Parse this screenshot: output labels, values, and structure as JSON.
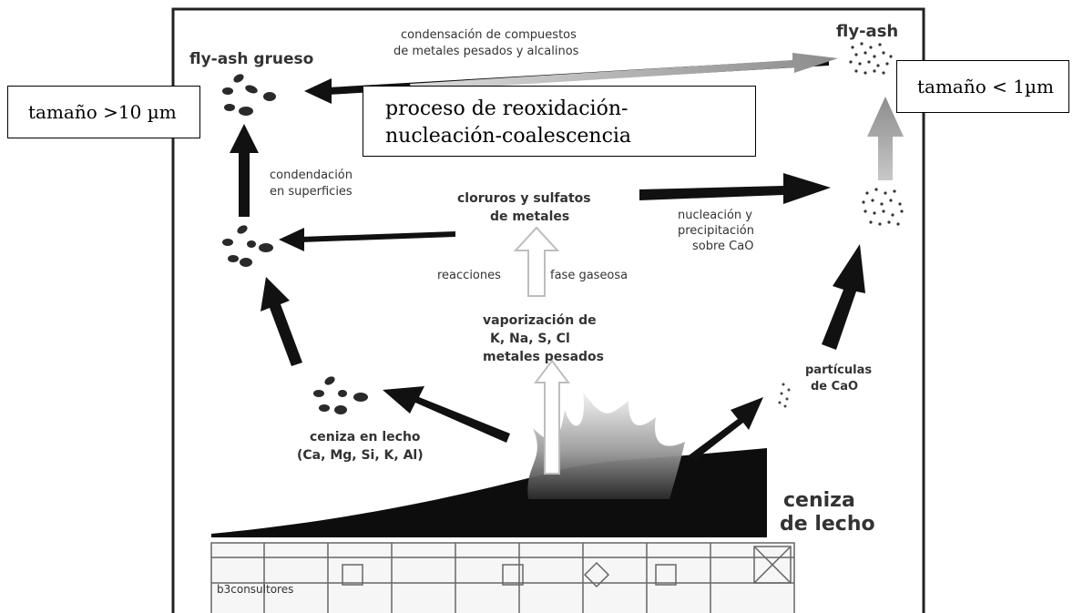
{
  "labels": {
    "fly_ash_coarse": "fly-ash grueso",
    "fly_ash": "fly-ash",
    "condensation_top_line1": "condensación de compuestos",
    "condensation_top_line2": "de metales pesados y alcalinos",
    "condensation_surf_line1": "condendación",
    "condensation_surf_line2": "en superficies",
    "chlorides_line1": "cloruros y sulfatos",
    "chlorides_line2": "de metales",
    "nucleation_line1": "nucleación y",
    "nucleation_line2": "precipitación",
    "nucleation_line3": "sobre CaO",
    "reactions": "reacciones",
    "gas_phase": "fase gaseosa",
    "vapor_line1": "vaporización de",
    "vapor_line2": "K, Na, S, Cl",
    "vapor_line3": "metales pesados",
    "cao_line1": "partículas",
    "cao_line2": "de CaO",
    "bed_ash_line1": "ceniza en lecho",
    "bed_ash_line2": "(Ca, Mg, Si, K, Al)",
    "bed_ash_big_line1": "ceniza",
    "bed_ash_big_line2": "de lecho",
    "watermark": "b3consultores"
  },
  "boxes": {
    "size_coarse": "tamaño >10 µm",
    "process_line1": "proceso de reoxidación-",
    "process_line2": "nucleación-coalescencia",
    "size_fine": "tamaño < 1µm"
  },
  "colors": {
    "arrow_dark": "#111111",
    "arrow_gray": "#8c8c8c",
    "text": "#333333",
    "ash": "#1a1a1a"
  }
}
